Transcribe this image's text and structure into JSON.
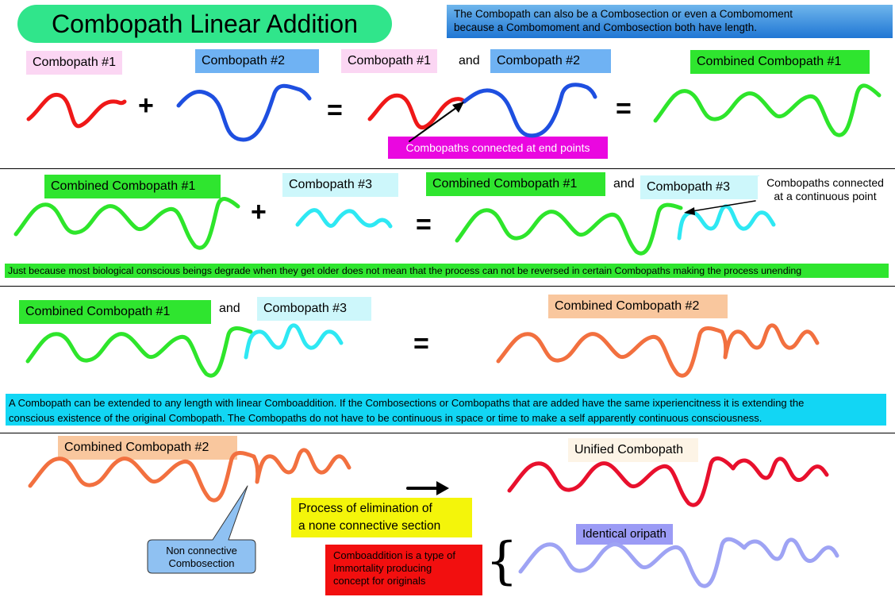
{
  "title": "Combopath Linear Addition",
  "top_note": [
    "The Combopath can also be a Combosection or even a Combomoment",
    "because a Combomoment and Combosection both have length."
  ],
  "row1": {
    "label_a": "Combopath #1",
    "label_b": "Combopath #2",
    "label_c": "Combopath #1",
    "and": "and",
    "label_d": "Combopath #2",
    "label_result": "Combined Combopath #1",
    "plus": "+",
    "equals": "=",
    "callout": "Combopaths connected at end points"
  },
  "row2": {
    "label_a": "Combined Combopath #1",
    "label_b": "Combopath #3",
    "label_c": "Combined Combopath #1",
    "and": "and",
    "label_d": "Combopath #3",
    "plus": "+",
    "equals": "=",
    "callout": [
      "Combopaths connected",
      "at a continuous point"
    ],
    "banner": "Just because most biological conscious beings degrade when they get older does not mean that the process can not be reversed in certain Combopaths making the process unending"
  },
  "row3": {
    "label_a": "Combined Combopath #1",
    "and": "and",
    "label_b": "Combopath #3",
    "equals": "=",
    "label_result": "Combined Combopath #2",
    "banner": [
      "A Combopath can be extended to any length with linear Comboaddition. If the Combosections or Combopaths that are added have the same ixperiencitness it is extending the",
      "conscious existence of the original Combopath. The Combopaths do not have to be continuous in space or time to make a self apparently continuous consciousness."
    ]
  },
  "row4": {
    "label_a": "Combined Combopath #2",
    "label_unified": "Unified Combopath",
    "process": [
      "Process of elimination of",
      "a none connective section"
    ],
    "noncon": [
      "Non connective",
      "Combosection"
    ],
    "label_identical": "Identical oripath",
    "redbox": [
      "Comboaddition is a type of",
      "Immortality producing",
      "concept for originals"
    ],
    "brace": "{"
  },
  "colors": {
    "red": "#ef1818",
    "blue": "#1e4fe0",
    "green": "#2ee52b",
    "cyan": "#2ee8f3",
    "orange": "#f2703f",
    "crimson": "#e8102d",
    "lavender": "#9ea3f4"
  }
}
